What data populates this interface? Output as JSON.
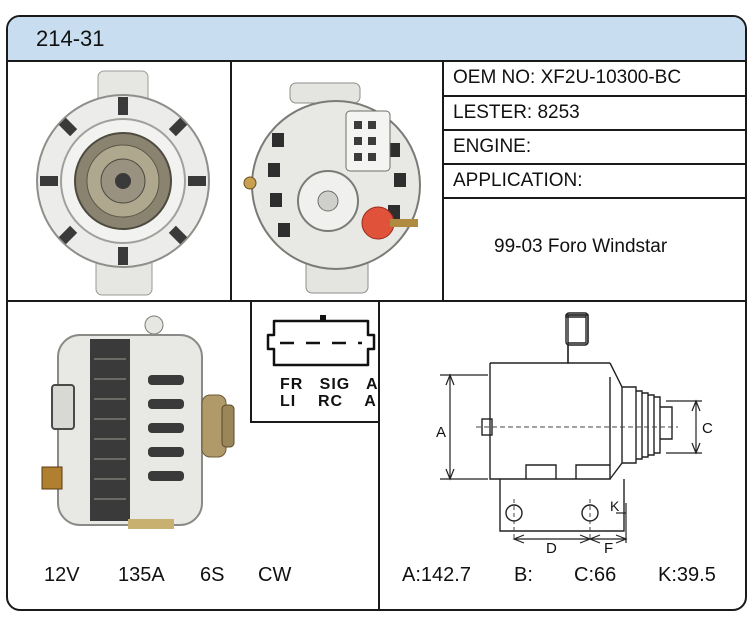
{
  "header": {
    "title": "214-31"
  },
  "specs": {
    "oem_label": "OEM NO:",
    "oem_value": "XF2U-10300-BC",
    "lester_label": "LESTER:",
    "lester_value": "8253",
    "engine_label": "ENGINE:",
    "application_label": "APPLICATION:",
    "application_value": "99-03 Foro Windstar"
  },
  "connector": {
    "row1": [
      "FR",
      "SIG",
      "A"
    ],
    "row2": [
      "LI",
      "RC",
      "A"
    ]
  },
  "electrical": {
    "voltage": "12V",
    "amperage": "135A",
    "groove": "6S",
    "rotation": "CW"
  },
  "drawing": {
    "label_a": "A",
    "label_c": "C",
    "label_d": "D",
    "label_f": "F",
    "label_k": "K"
  },
  "dimensions": {
    "a": "A:142.7",
    "b": "B:",
    "c": "C:66",
    "k": "K:39.5"
  }
}
